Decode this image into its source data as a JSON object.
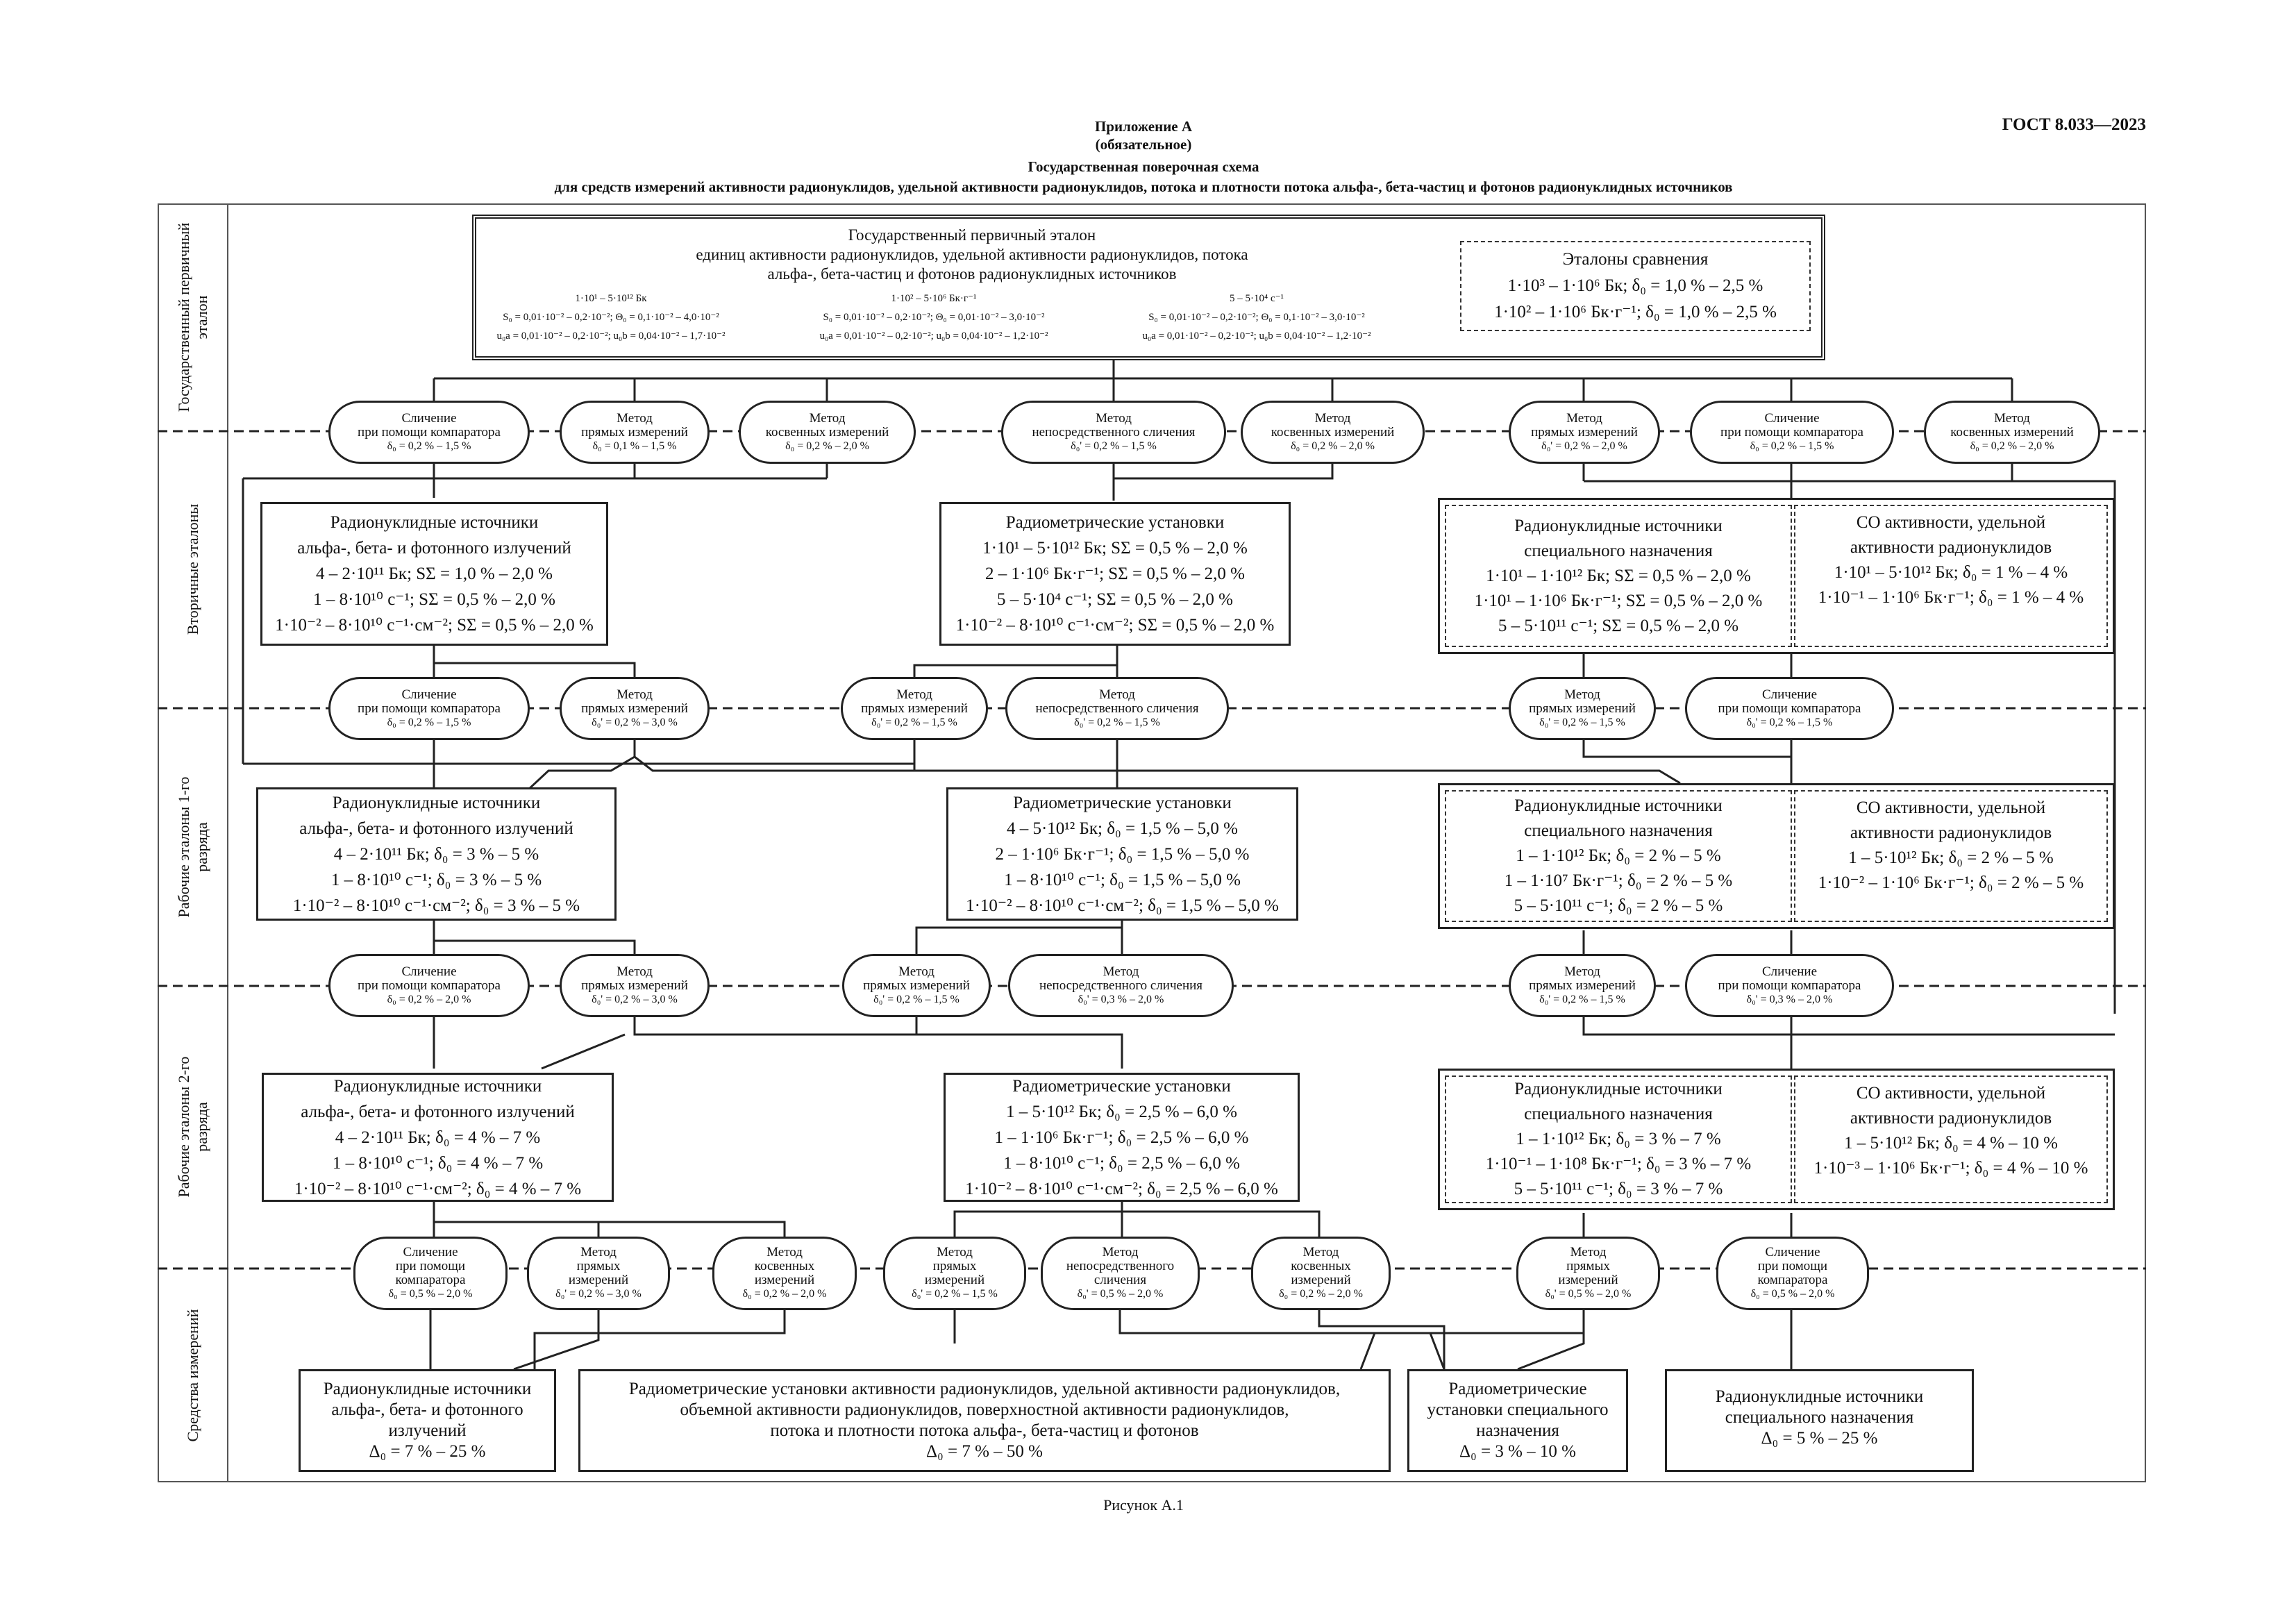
{
  "header": {
    "appendix": "Приложение А",
    "mandatory": "(обязательное)",
    "title": "Государственная поверочная схема",
    "subtitle": "для средств измерений активности радионуклидов, удельной активности радионуклидов, потока и плотности потока альфа-, бета-частиц и фотонов радионуклидных источников",
    "gost": "ГОСТ 8.033—2023"
  },
  "caption": "Рисунок А.1",
  "levels": [
    "Государственный первичный эталон",
    "Вторичные эталоны",
    "Рабочие эталоны 1-го разряда",
    "Рабочие эталоны 2-го разряда",
    "Средства измерений"
  ],
  "primary": {
    "lines": [
      "Государственный первичный эталон",
      "единиц активности радионуклидов, удельной активности радионуклидов, потока",
      "альфа-, бета-частиц и фотонов радионуклидных источников"
    ],
    "cols": [
      {
        "lines": [
          "1·10¹ – 5·10¹² Бк",
          "S₀ = 0,01·10⁻² – 0,2·10⁻²; Θ₀ = 0,1·10⁻² – 4,0·10⁻²",
          "u₀a = 0,01·10⁻² – 0,2·10⁻²; u₀b = 0,04·10⁻² – 1,7·10⁻²"
        ]
      },
      {
        "lines": [
          "1·10² – 5·10⁶ Бк·г⁻¹",
          "S₀ = 0,01·10⁻² – 0,2·10⁻²; Θ₀ = 0,01·10⁻² – 3,0·10⁻²",
          "u₀a = 0,01·10⁻² – 0,2·10⁻²; u₀b = 0,04·10⁻² – 1,2·10⁻²"
        ]
      },
      {
        "lines": [
          "5 – 5·10⁴ с⁻¹",
          "S₀ = 0,01·10⁻² – 0,2·10⁻²; Θ₀ = 0,1·10⁻² – 3,0·10⁻²",
          "u₀a = 0,01·10⁻² – 0,2·10⁻²; u₀b = 0,04·10⁻² – 1,2·10⁻²"
        ]
      }
    ],
    "comparison": {
      "lines": [
        "Эталоны сравнения",
        "1·10³ – 1·10⁶ Бк; δ₀ = 1,0 % – 2,5 %",
        "1·10² – 1·10⁶ Бк·г⁻¹; δ₀ = 1,0 % – 2,5 %"
      ]
    }
  },
  "methods1": [
    {
      "lines": [
        "Сличение",
        "при помощи компаратора",
        "δ₀ = 0,2 % – 1,5 %"
      ]
    },
    {
      "lines": [
        "Метод",
        "прямых измерений",
        "δ₀ = 0,1 % – 1,5 %"
      ]
    },
    {
      "lines": [
        "Метод",
        "косвенных измерений",
        "δ₀ = 0,2 % – 2,0 %"
      ]
    },
    {
      "lines": [
        "Метод",
        "непосредственного сличения",
        "δ₀' = 0,2 % – 1,5 %"
      ]
    },
    {
      "lines": [
        "Метод",
        "косвенных измерений",
        "δ₀ = 0,2 % – 2,0 %"
      ]
    },
    {
      "lines": [
        "Метод",
        "прямых измерений",
        "δ₀' = 0,2 % – 2,0 %"
      ]
    },
    {
      "lines": [
        "Сличение",
        "при помощи компаратора",
        "δ₀ = 0,2 % – 1,5 %"
      ]
    },
    {
      "lines": [
        "Метод",
        "косвенных измерений",
        "δ₀ = 0,2 % – 2,0 %"
      ]
    }
  ],
  "secondary": [
    {
      "lines": [
        "Радионуклидные источники",
        "альфа-, бета- и фотонного излучений",
        "4 – 2·10¹¹ Бк; SΣ = 1,0 % – 2,0 %",
        "1 – 8·10¹⁰ с⁻¹; SΣ = 0,5 % – 2,0 %",
        "1·10⁻² – 8·10¹⁰ с⁻¹·см⁻²; SΣ = 0,5 % – 2,0 %"
      ]
    },
    {
      "lines": [
        "Радиометрические установки",
        "1·10¹ – 5·10¹² Бк; SΣ = 0,5 % – 2,0 %",
        "2 – 1·10⁶ Бк·г⁻¹; SΣ = 0,5 % – 2,0 %",
        "5 – 5·10⁴ с⁻¹; SΣ = 0,5 % – 2,0 %",
        "1·10⁻² – 8·10¹⁰ с⁻¹·см⁻²; SΣ = 0,5 % – 2,0 %"
      ]
    },
    {
      "lines": [
        "Радионуклидные источники",
        "специального назначения",
        "1·10¹ – 1·10¹² Бк; SΣ = 0,5 % – 2,0 %",
        "1·10¹ – 1·10⁶ Бк·г⁻¹; SΣ = 0,5 % – 2,0 %",
        "5 – 5·10¹¹ с⁻¹; SΣ = 0,5 % – 2,0 %"
      ]
    },
    {
      "lines": [
        "СО активности, удельной",
        "активности радионуклидов",
        "1·10¹ – 5·10¹² Бк; δ₀ = 1 % – 4 %",
        "1·10⁻¹ – 1·10⁶ Бк·г⁻¹; δ₀ = 1 % – 4 %"
      ]
    }
  ],
  "methods2": [
    {
      "lines": [
        "Сличение",
        "при помощи компаратора",
        "δ₀ = 0,2 % – 1,5 %"
      ]
    },
    {
      "lines": [
        "Метод",
        "прямых измерений",
        "δ₀' = 0,2 % – 3,0 %"
      ]
    },
    {
      "lines": [
        "Метод",
        "прямых измерений",
        "δ₀' = 0,2 % – 1,5 %"
      ]
    },
    {
      "lines": [
        "Метод",
        "непосредственного сличения",
        "δ₀' = 0,2 % – 1,5 %"
      ]
    },
    {
      "lines": [
        "Метод",
        "прямых измерений",
        "δ₀' = 0,2 % – 1,5 %"
      ]
    },
    {
      "lines": [
        "Сличение",
        "при помощи компаратора",
        "δ₀' = 0,2 % – 1,5 %"
      ]
    }
  ],
  "grade1": [
    {
      "lines": [
        "Радионуклидные источники",
        "альфа-, бета- и фотонного излучений",
        "4 – 2·10¹¹ Бк; δ₀ = 3 % – 5 %",
        "1 – 8·10¹⁰ с⁻¹; δ₀ = 3 % – 5 %",
        "1·10⁻² – 8·10¹⁰ с⁻¹·см⁻²; δ₀ = 3 % – 5 %"
      ]
    },
    {
      "lines": [
        "Радиометрические установки",
        "4 – 5·10¹² Бк; δ₀ = 1,5 % – 5,0 %",
        "2 – 1·10⁶ Бк·г⁻¹; δ₀ = 1,5 % – 5,0 %",
        "1 – 8·10¹⁰ с⁻¹; δ₀ = 1,5 % – 5,0 %",
        "1·10⁻² – 8·10¹⁰ с⁻¹·см⁻²; δ₀ = 1,5 % – 5,0 %"
      ]
    },
    {
      "lines": [
        "Радионуклидные источники",
        "специального назначения",
        "1 – 1·10¹² Бк; δ₀ = 2 % – 5 %",
        "1 – 1·10⁷ Бк·г⁻¹; δ₀ = 2 % – 5 %",
        "5 – 5·10¹¹ с⁻¹; δ₀ = 2 % – 5 %"
      ]
    },
    {
      "lines": [
        "СО активности, удельной",
        "активности радионуклидов",
        "1 – 5·10¹² Бк; δ₀ = 2 % – 5 %",
        "1·10⁻² – 1·10⁶ Бк·г⁻¹; δ₀ = 2 % – 5 %"
      ]
    }
  ],
  "methods3": [
    {
      "lines": [
        "Сличение",
        "при помощи компаратора",
        "δ₀ = 0,2 % – 2,0 %"
      ]
    },
    {
      "lines": [
        "Метод",
        "прямых измерений",
        "δ₀' = 0,2 % – 3,0 %"
      ]
    },
    {
      "lines": [
        "Метод",
        "прямых измерений",
        "δ₀' = 0,2 % – 1,5 %"
      ]
    },
    {
      "lines": [
        "Метод",
        "непосредственного сличения",
        "δ₀' = 0,3 % – 2,0 %"
      ]
    },
    {
      "lines": [
        "Метод",
        "прямых измерений",
        "δ₀' = 0,2 % – 1,5 %"
      ]
    },
    {
      "lines": [
        "Сличение",
        "при помощи компаратора",
        "δ₀' = 0,3 % – 2,0 %"
      ]
    }
  ],
  "grade2": [
    {
      "lines": [
        "Радионуклидные источники",
        "альфа-, бета- и фотонного излучений",
        "4 – 2·10¹¹ Бк; δ₀ = 4 % – 7 %",
        "1 – 8·10¹⁰ с⁻¹; δ₀ = 4 % – 7 %",
        "1·10⁻² – 8·10¹⁰ с⁻¹·см⁻²; δ₀ = 4 % – 7 %"
      ]
    },
    {
      "lines": [
        "Радиометрические установки",
        "1 – 5·10¹² Бк; δ₀ = 2,5 % – 6,0 %",
        "1 – 1·10⁶ Бк·г⁻¹; δ₀ = 2,5 % – 6,0 %",
        "1 – 8·10¹⁰ с⁻¹; δ₀ = 2,5 % – 6,0 %",
        "1·10⁻² – 8·10¹⁰ с⁻¹·см⁻²; δ₀ = 2,5 % – 6,0 %"
      ]
    },
    {
      "lines": [
        "Радионуклидные источники",
        "специального назначения",
        "1 – 1·10¹² Бк; δ₀ = 3 % – 7 %",
        "1·10⁻¹ – 1·10⁸ Бк·г⁻¹; δ₀ = 3 % – 7 %",
        "5 – 5·10¹¹ с⁻¹; δ₀ = 3 % – 7 %"
      ]
    },
    {
      "lines": [
        "СО активности, удельной",
        "активности радионуклидов",
        "1 – 5·10¹² Бк; δ₀ = 4 % – 10 %",
        "1·10⁻³ – 1·10⁶ Бк·г⁻¹; δ₀ = 4 % – 10 %"
      ]
    }
  ],
  "methods4": [
    {
      "lines": [
        "Сличение",
        "при помощи",
        "компаратора",
        "δ₀ = 0,5 % – 2,0 %"
      ]
    },
    {
      "lines": [
        "Метод",
        "прямых",
        "измерений",
        "δ₀' = 0,2 % – 3,0 %"
      ]
    },
    {
      "lines": [
        "Метод",
        "косвенных",
        "измерений",
        "δ₀ = 0,2 % – 2,0 %"
      ]
    },
    {
      "lines": [
        "Метод",
        "прямых",
        "измерений",
        "δ₀' = 0,2 % – 1,5 %"
      ]
    },
    {
      "lines": [
        "Метод",
        "непосредственного",
        "сличения",
        "δ₀' = 0,5 % – 2,0 %"
      ]
    },
    {
      "lines": [
        "Метод",
        "косвенных",
        "измерений",
        "δ₀ = 0,2 % – 2,0 %"
      ]
    },
    {
      "lines": [
        "Метод",
        "прямых",
        "измерений",
        "δ₀' = 0,5 % – 2,0 %"
      ]
    },
    {
      "lines": [
        "Сличение",
        "при помощи",
        "компаратора",
        "δ₀ = 0,5 % – 2,0 %"
      ]
    }
  ],
  "instruments": [
    {
      "lines": [
        "Радионуклидные источники",
        "альфа-, бета- и фотонного",
        "излучений",
        "Δ₀ = 7 % – 25 %"
      ]
    },
    {
      "lines": [
        "Радиометрические установки активности радионуклидов, удельной активности радионуклидов,",
        "объемной активности радионуклидов, поверхностной активности радионуклидов,",
        "потока и плотности потока альфа-, бета-частиц и фотонов",
        "Δ₀ = 7 % – 50 %"
      ]
    },
    {
      "lines": [
        "Радиометрические",
        "установки специального",
        "назначения",
        "Δ₀ = 3 % – 10 %"
      ]
    },
    {
      "lines": [
        "Радионуклидные источники",
        "специального назначения",
        "Δ₀ = 5 % – 25 %"
      ]
    }
  ]
}
